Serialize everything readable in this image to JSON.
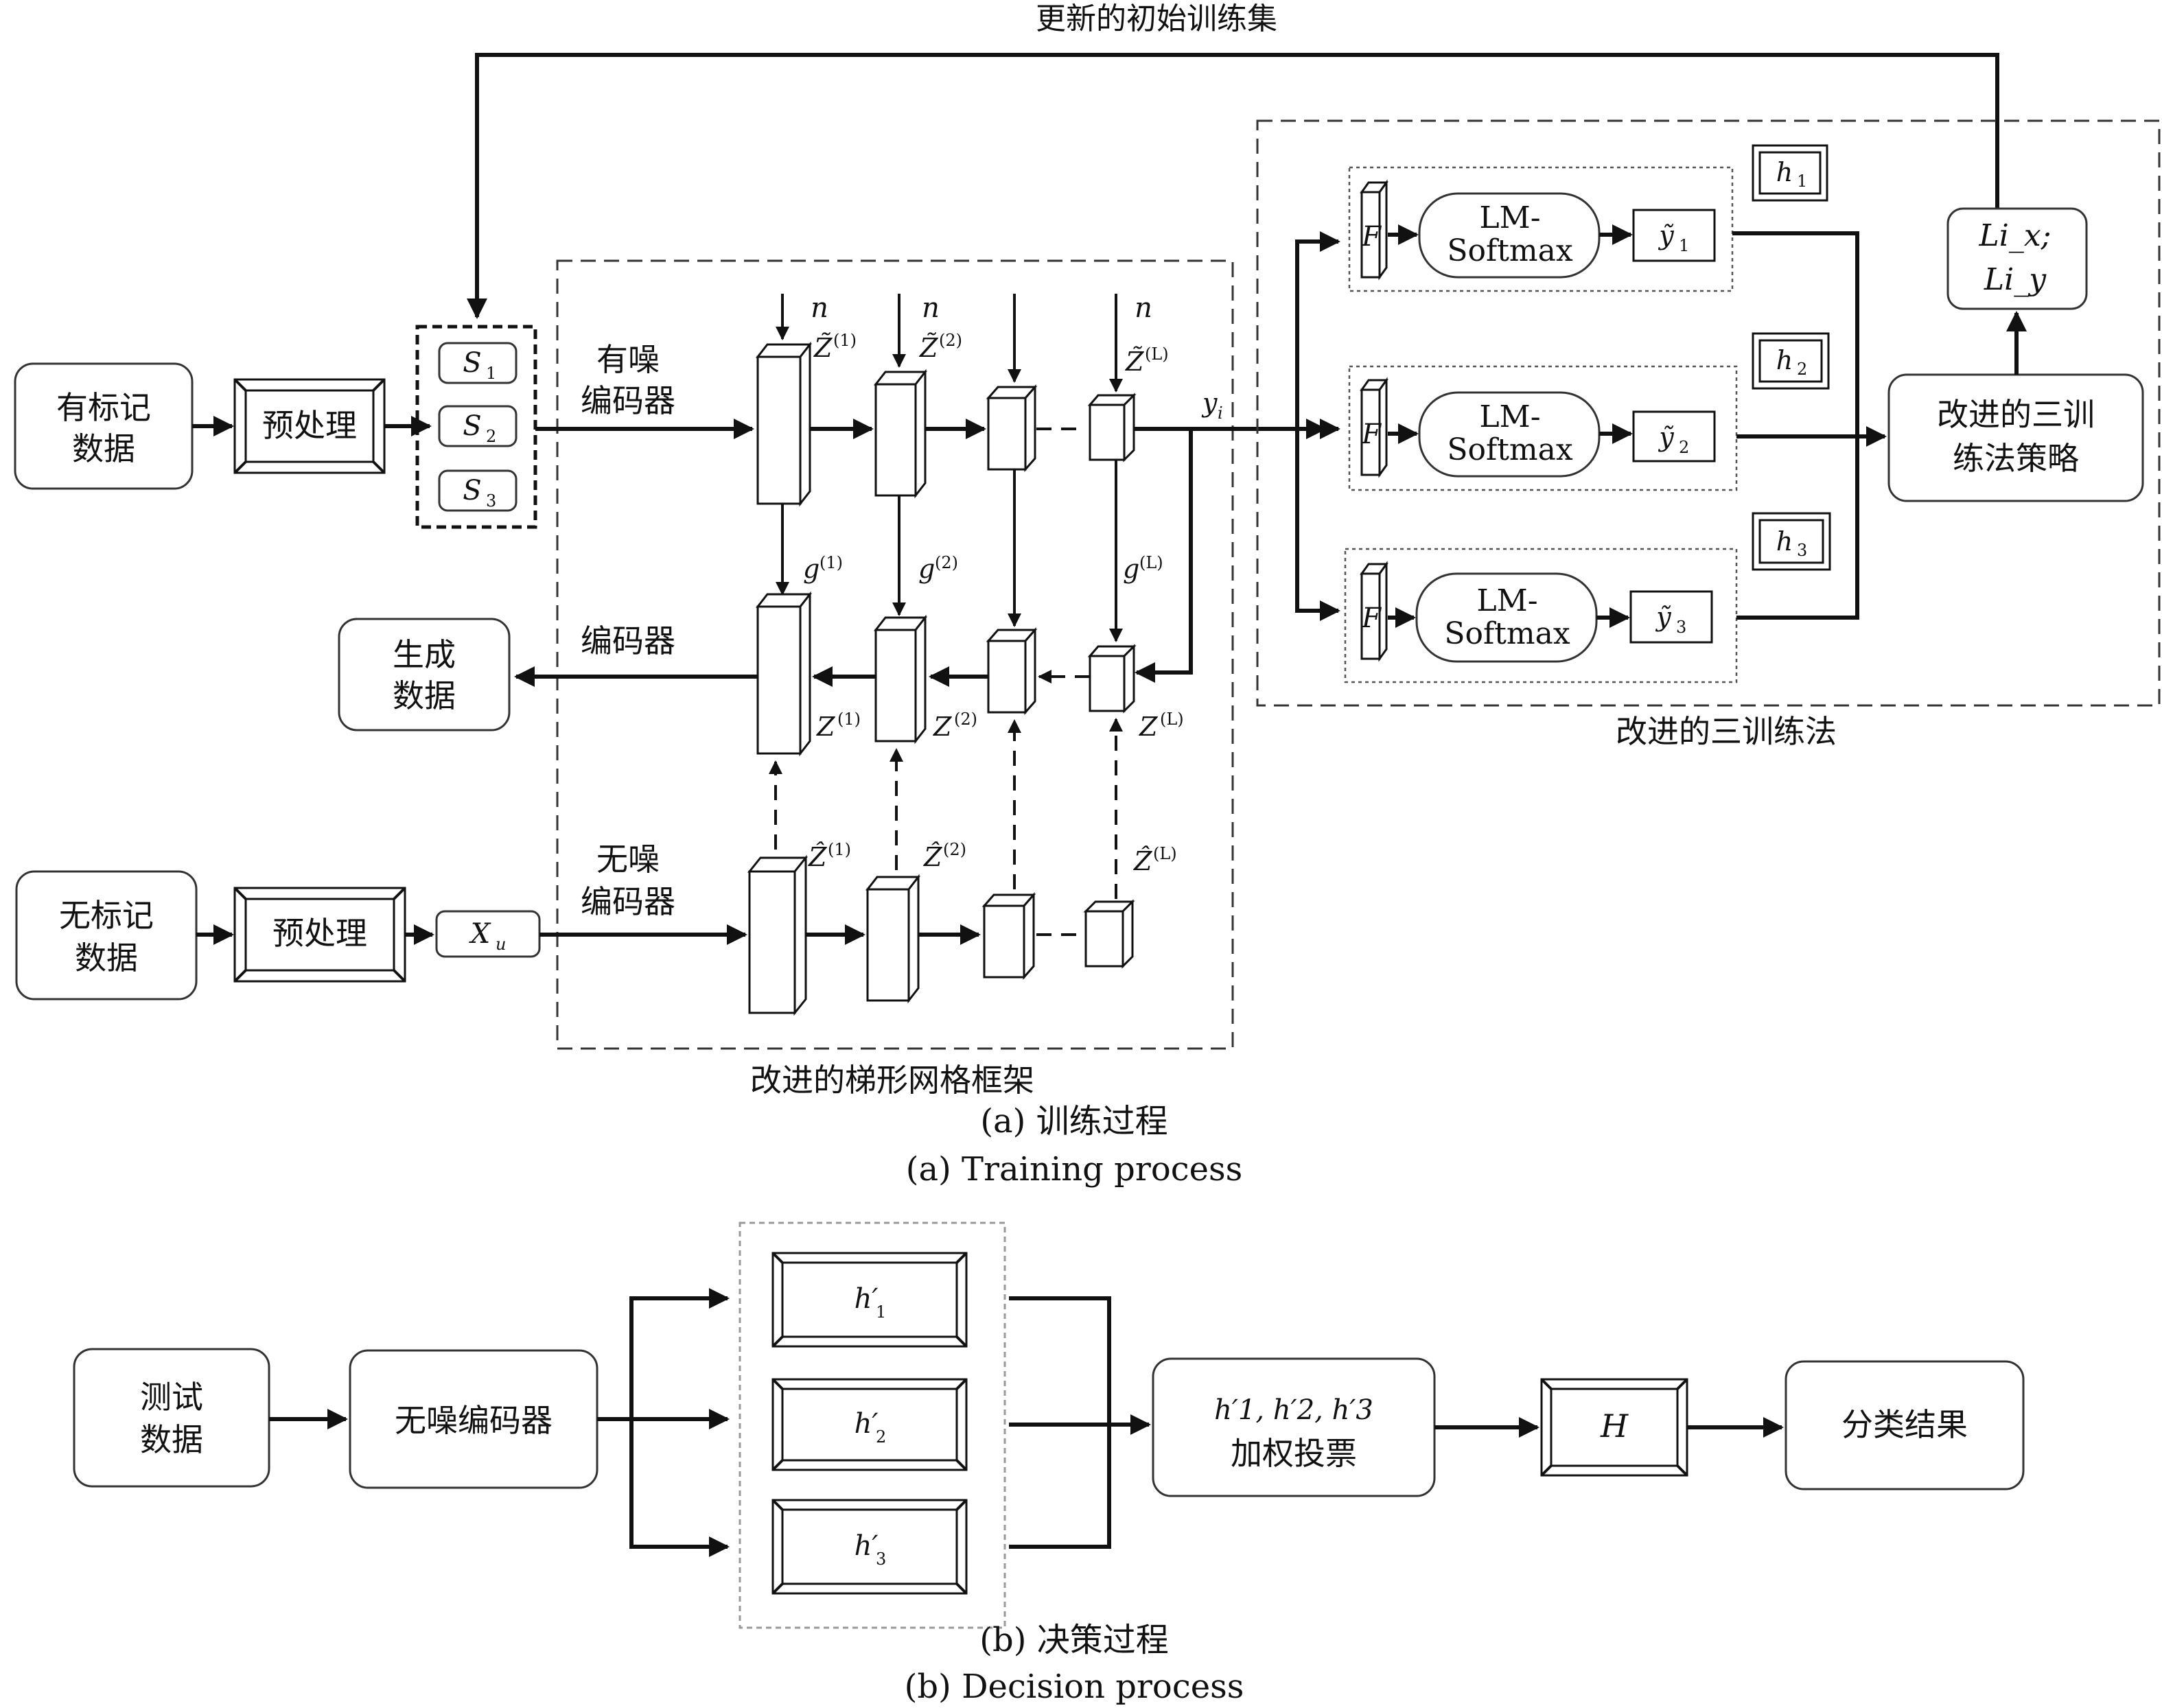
{
  "top": {
    "feedback_label": "更新的初始训练集"
  },
  "training": {
    "labeled_data": [
      "有标记",
      "数据"
    ],
    "unlabeled_data": [
      "无标记",
      "数据"
    ],
    "preprocess_label": "预处理",
    "sets": [
      "S",
      "S",
      "S"
    ],
    "set_subs": [
      "1",
      "2",
      "3"
    ],
    "xu": "X",
    "xu_sub": "u",
    "noisy_encoder": [
      "有噪",
      "编码器"
    ],
    "decoder": "编码器",
    "clean_encoder": [
      "无噪",
      "编码器"
    ],
    "generated_data": [
      "生成",
      "数据"
    ],
    "noise_symbol": "n",
    "yi": "y",
    "yi_sub": "i",
    "ztilde": [
      "Z̃",
      "(1)",
      "Z̃",
      "(2)",
      "Z̃",
      "(L)"
    ],
    "g": [
      "g",
      "(1)",
      "g",
      "(2)",
      "g",
      "(L)"
    ],
    "z": [
      "Z",
      "(1)",
      "Z",
      "(2)",
      "Z",
      "(L)"
    ],
    "zhat": [
      "Ẑ",
      "(1)",
      "Ẑ",
      "(2)",
      "Ẑ",
      "(L)"
    ],
    "ladder_caption": "改进的梯形网格框架",
    "tri_caption": "改进的三训练法",
    "F": "F",
    "lm_softmax": [
      "LM-",
      "Softmax"
    ],
    "ytilde": [
      "ỹ",
      "ỹ",
      "ỹ"
    ],
    "h": [
      "h",
      "h",
      "h"
    ],
    "subs": [
      "1",
      "2",
      "3"
    ],
    "strategy": [
      "改进的三训",
      "练法策略"
    ],
    "li": [
      "Li_x;",
      "Li_y"
    ],
    "caption_cn": "(a) 训练过程",
    "caption_en": "(a) Training process"
  },
  "decision": {
    "test_data": [
      "测试",
      "数据"
    ],
    "clean_encoder": "无噪编码器",
    "hprime": [
      "h′",
      "h′",
      "h′"
    ],
    "vote_line1": "h′1, h′2, h′3",
    "vote_line2": "加权投票",
    "H": "H",
    "result": "分类结果",
    "caption_cn": "(b) 决策过程",
    "caption_en": "(b) Decision process"
  }
}
